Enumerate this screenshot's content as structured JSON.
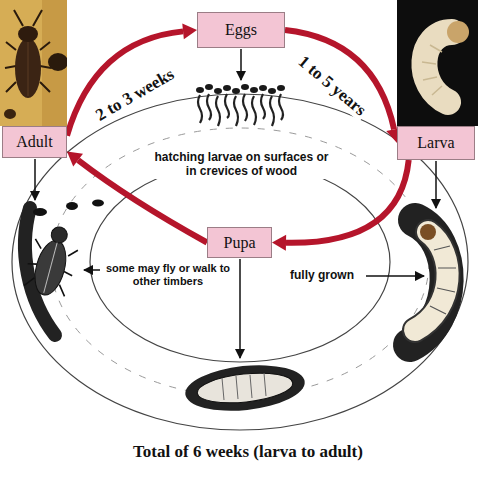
{
  "diagram": {
    "nodes": [
      {
        "text": [
          "Eggs"
        ]
      },
      {
        "text": [
          "Adult"
        ]
      },
      {
        "text": [
          "Larva"
        ]
      },
      {
        "text": [
          "Pupa"
        ]
      }
    ],
    "edges": [
      {
        "from": 1,
        "to": 0,
        "arrow": "to",
        "label": "2 to 3 weeks"
      },
      {
        "from": 0,
        "to": 2,
        "arrow": "to",
        "label": "1 to 5 years"
      },
      {
        "from": 2,
        "to": 3,
        "arrow": "to"
      },
      {
        "from": 3,
        "to": 1,
        "arrow": "to"
      }
    ],
    "labels": [
      "hatching larvae on surfaces or in crevices of wood",
      "some may fly or walk to other timbers",
      "fully grown",
      "Total of 6 weeks (larva to adult)"
    ]
  }
}
